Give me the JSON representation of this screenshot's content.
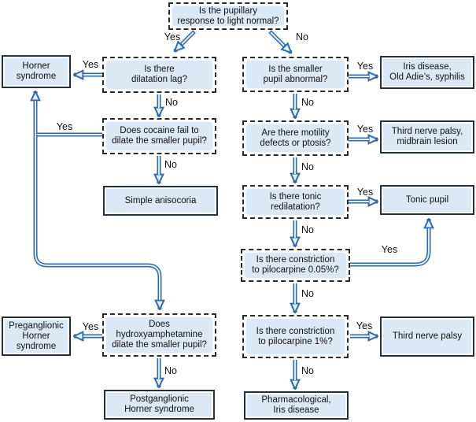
{
  "labels": {
    "yes": "Yes",
    "no": "No"
  },
  "colors": {
    "box_fill": "#dbe9f7",
    "solid_box_border": "#26303a",
    "dashed_box_border": "#2b2b2b",
    "arrow_outline": "#2e6aa5",
    "arrow_core": "#ddeaf7",
    "text": "#111111",
    "background": "#ffffff"
  },
  "nodes": {
    "light_normal": {
      "kind": "question",
      "label": "Is the pupillary\nresponse to light normal?"
    },
    "dilatation_lag": {
      "kind": "question",
      "label": "Is there\ndilatation lag?"
    },
    "horner": {
      "kind": "diagnosis",
      "label": "Horner\nsyndrome"
    },
    "cocaine": {
      "kind": "question",
      "label": "Does cocaine fail to\ndilate the smaller pupil?"
    },
    "simple_anisocoria": {
      "kind": "diagnosis",
      "label": "Simple anisocoria"
    },
    "smaller_pupil": {
      "kind": "question",
      "label": "Is the smaller\npupil abnormal?"
    },
    "iris_disease": {
      "kind": "diagnosis",
      "label": "Iris disease,\nOld Adie’s, syphilis"
    },
    "motility": {
      "kind": "question",
      "label": "Are there motility\ndefects or ptosis?"
    },
    "third_nerve_midbrain": {
      "kind": "diagnosis",
      "label": "Third nerve palsy,\nmidbrain lesion"
    },
    "tonic_redilatation": {
      "kind": "question",
      "label": "Is there tonic\nredilatation?"
    },
    "tonic_pupil": {
      "kind": "diagnosis",
      "label": "Tonic pupil"
    },
    "pilocarpine_005": {
      "kind": "question",
      "label": "Is there constriction\nto pilocarpine 0.05%?"
    },
    "pilocarpine_1": {
      "kind": "question",
      "label": "Is there constriction\nto pilocarpine 1%?"
    },
    "third_nerve": {
      "kind": "diagnosis",
      "label": "Third nerve palsy"
    },
    "hydroxyamphetamine": {
      "kind": "question",
      "label": "Does\nhydroxyamphetamine\ndilate the smaller pupil?"
    },
    "preganglionic": {
      "kind": "diagnosis",
      "label": "Preganglionic\nHorner\nsyndrome"
    },
    "postganglionic": {
      "kind": "diagnosis",
      "label": "Postganglionic\nHorner syndrome"
    },
    "pharmacological": {
      "kind": "diagnosis",
      "label": "Pharmacological,\nIris disease"
    }
  },
  "edges": [
    {
      "from": "light_normal",
      "answer": "Yes",
      "to": "dilatation_lag"
    },
    {
      "from": "light_normal",
      "answer": "No",
      "to": "smaller_pupil"
    },
    {
      "from": "dilatation_lag",
      "answer": "Yes",
      "to": "horner"
    },
    {
      "from": "dilatation_lag",
      "answer": "No",
      "to": "cocaine"
    },
    {
      "from": "cocaine",
      "answer": "Yes",
      "to": "horner"
    },
    {
      "from": "cocaine",
      "answer": "Yes",
      "to": "hydroxyamphetamine"
    },
    {
      "from": "cocaine",
      "answer": "No",
      "to": "simple_anisocoria"
    },
    {
      "from": "smaller_pupil",
      "answer": "Yes",
      "to": "iris_disease"
    },
    {
      "from": "smaller_pupil",
      "answer": "No",
      "to": "motility"
    },
    {
      "from": "motility",
      "answer": "Yes",
      "to": "third_nerve_midbrain"
    },
    {
      "from": "motility",
      "answer": "No",
      "to": "tonic_redilatation"
    },
    {
      "from": "tonic_redilatation",
      "answer": "Yes",
      "to": "tonic_pupil"
    },
    {
      "from": "tonic_redilatation",
      "answer": "No",
      "to": "pilocarpine_005"
    },
    {
      "from": "pilocarpine_005",
      "answer": "Yes",
      "to": "tonic_pupil"
    },
    {
      "from": "pilocarpine_005",
      "answer": "No",
      "to": "pilocarpine_1"
    },
    {
      "from": "pilocarpine_1",
      "answer": "Yes",
      "to": "third_nerve"
    },
    {
      "from": "pilocarpine_1",
      "answer": "No",
      "to": "pharmacological"
    },
    {
      "from": "hydroxyamphetamine",
      "answer": "Yes",
      "to": "preganglionic"
    },
    {
      "from": "hydroxyamphetamine",
      "answer": "No",
      "to": "postganglionic"
    }
  ]
}
